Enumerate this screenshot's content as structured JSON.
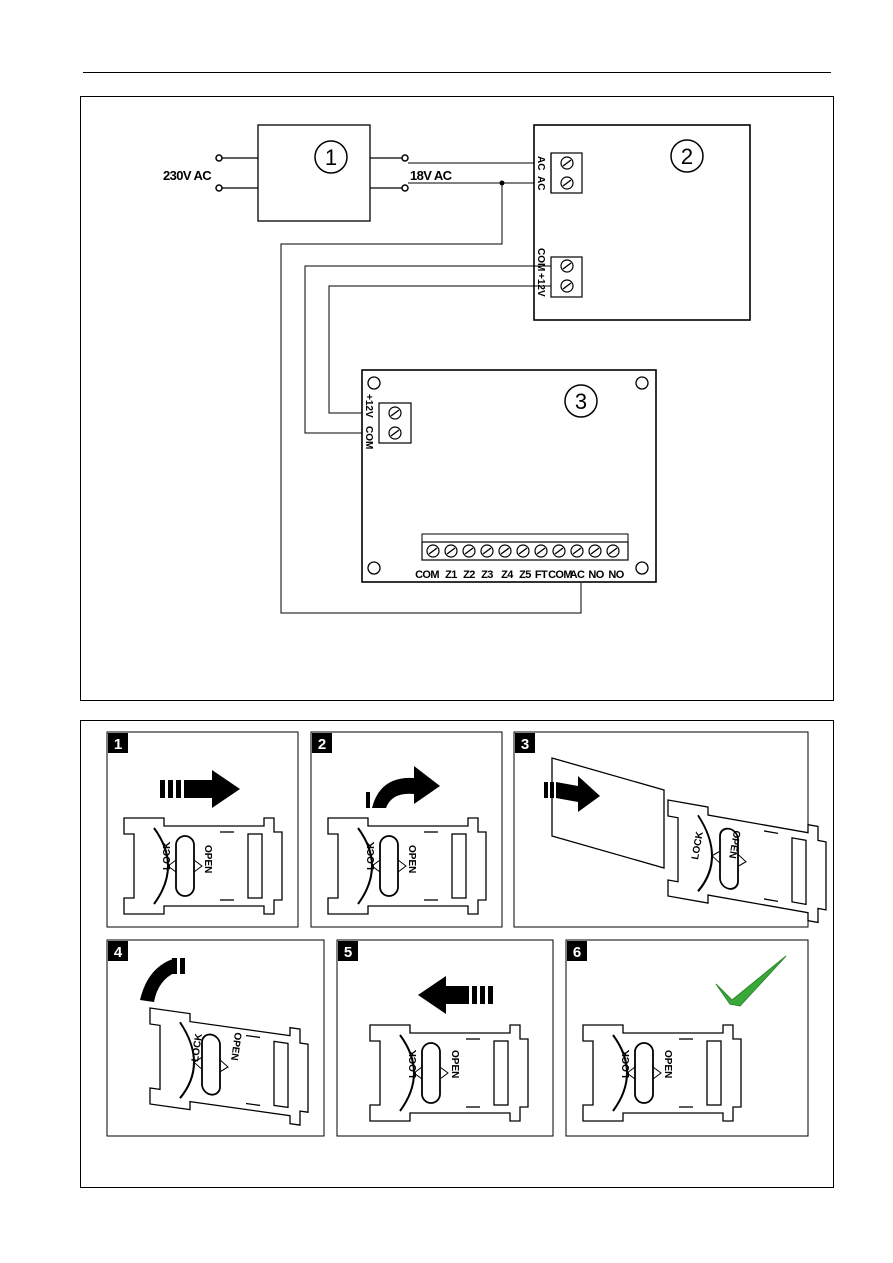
{
  "wiring": {
    "mains_label": "230V AC",
    "transformer_secondary_label": "18V AC",
    "transformer_number": "1",
    "psu_number": "2",
    "module_number": "3",
    "psu_terminal_ac1": "AC",
    "psu_terminal_ac2": "AC",
    "psu_terminal_com": "COM",
    "psu_terminal_12v": "+12V",
    "module_terminal_12v": "+12V",
    "module_terminal_com": "COM",
    "module_bottom_terminals": [
      "COM",
      "Z1",
      "Z2",
      "Z3",
      "Z4",
      "Z5",
      "FT",
      "COM",
      "AC",
      "NO",
      "NO"
    ]
  },
  "sim_steps": {
    "step1": "1",
    "step2": "2",
    "step3": "3",
    "step4": "4",
    "step5": "5",
    "step6": "6",
    "lock_label": "LOCK",
    "open_label": "OPEN"
  },
  "colors": {
    "check": "#3aa83a",
    "line": "#000000"
  }
}
